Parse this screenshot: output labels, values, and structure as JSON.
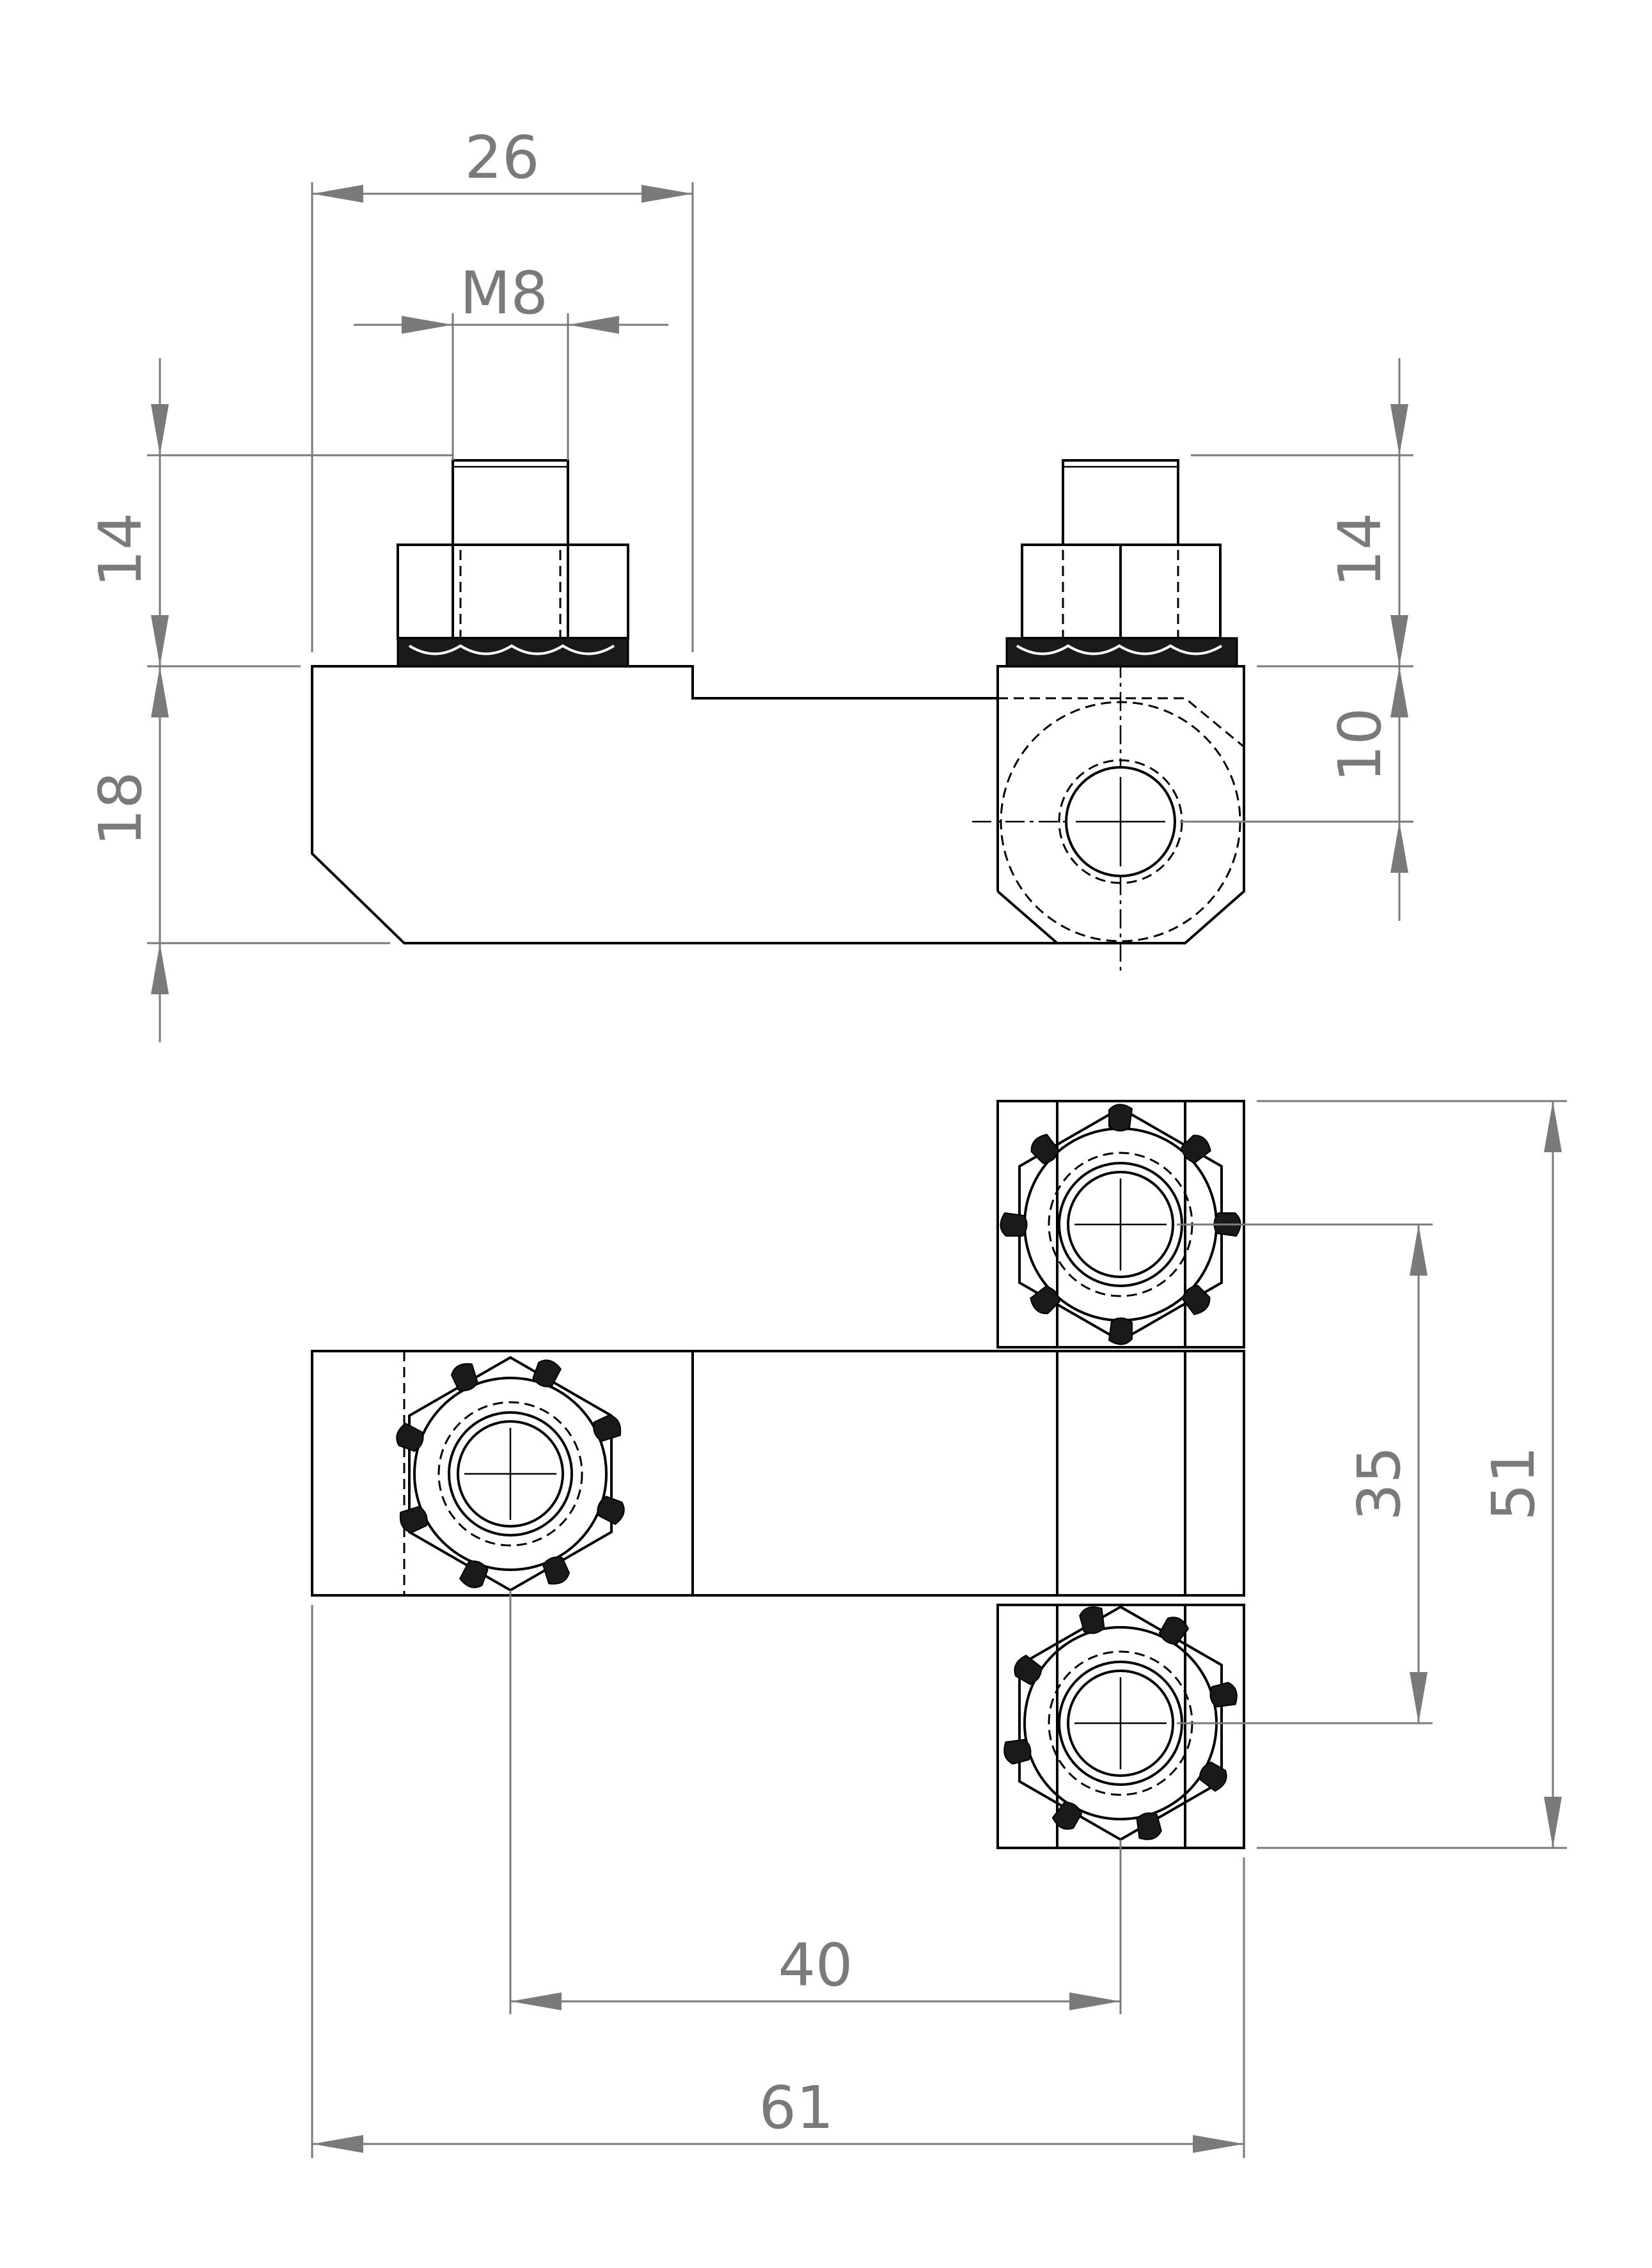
{
  "dimensions": {
    "top_width": "26",
    "thread": "M8",
    "left_stud_height": "14",
    "right_stud_height": "14",
    "body_height": "18",
    "hole_offset": "10",
    "stud_spacing_vertical": "35",
    "total_height": "51",
    "stud_spacing_horizontal": "40",
    "total_width": "61"
  },
  "colors": {
    "object_line": "#000000",
    "dimension_line": "#7a7a7a",
    "background": "#ffffff"
  }
}
